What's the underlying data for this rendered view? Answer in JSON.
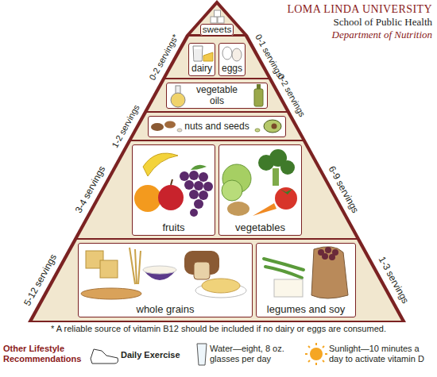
{
  "diagram": {
    "title": "LOMA LINDA UNIVERSITY",
    "nodes": [
      {
        "text": [
          "sweets"
        ]
      },
      {
        "text": [
          "dairy"
        ]
      },
      {
        "text": [
          "eggs"
        ]
      },
      {
        "text": [
          "vegetable oils"
        ]
      },
      {
        "text": [
          "nuts and seeds"
        ]
      },
      {
        "text": [
          "fruits"
        ]
      },
      {
        "text": [
          "vegetables"
        ]
      },
      {
        "text": [
          "whole grains"
        ]
      },
      {
        "text": [
          "legumes and soy"
        ]
      }
    ],
    "labels": [
      "School of Public Health",
      "Department of Nutrition",
      "0-2 servings*",
      "0-1 servings*",
      "0-2 servings",
      "1-2 servings",
      "3-4 servings",
      "6-9 servings",
      "5-12 servings",
      "1-3 servings",
      "* A reliable source of vitamin B12 should be included if no dairy or eggs are consumed.",
      "Other Lifestyle Recommendations",
      "Daily Exercise",
      "Water—eight, 8 oz. glasses per day",
      "Sunlight—10 minutes a day to activate vitamin D"
    ]
  }
}
